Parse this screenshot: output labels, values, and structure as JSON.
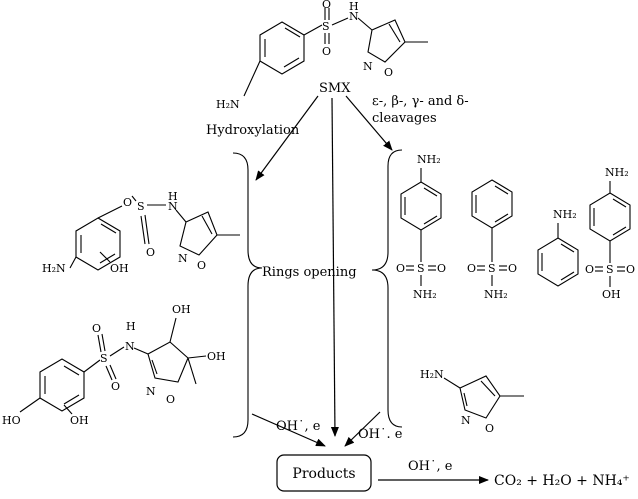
{
  "labels": {
    "smx": "SMX",
    "hydroxylation": "Hydroxylation",
    "cleavages_line1": "ε-, β-, γ- and  δ-",
    "cleavages_line2": "cleavages",
    "rings_opening": "Rings opening",
    "oh_e_left": "OH˙, e",
    "oh_e_right": "OH˙. e",
    "products": "Products",
    "oh_e_final": "OH˙, e",
    "final_products": "CO₂ + H₂O + NH₄⁺"
  },
  "atoms": {
    "smx": {
      "h2n": "H₂N",
      "s": "S",
      "o_top": "O",
      "o_bottom": "O",
      "nh": "N",
      "h": "H",
      "n_ring": "N",
      "o_ring": "O"
    },
    "hyd1": {
      "h2n": "H₂N",
      "oh": "OH",
      "s": "S",
      "o1": "O",
      "o2": "O",
      "nh": "N",
      "h": "H",
      "n_ring": "N",
      "o_ring": "O"
    },
    "hyd2": {
      "ho": "HO",
      "oh": "OH",
      "s": "S",
      "o1": "O",
      "o2": "O",
      "nh": "N",
      "h": "H",
      "oh_top": "OH",
      "oh_right": "OH",
      "n_ring": "N",
      "o_ring": "O"
    },
    "frag1": {
      "nh2_top": "NH₂",
      "s": "S",
      "o1": "O",
      "o2": "O",
      "nh2_bottom": "NH₂"
    },
    "frag2": {
      "s": "S",
      "o1": "O",
      "o2": "O",
      "nh2_bottom": "NH₂"
    },
    "frag3": {
      "nh2": "NH₂"
    },
    "frag4": {
      "nh2_top": "NH₂",
      "s": "S",
      "o1": "O",
      "o2": "O",
      "oh_bottom": "OH"
    },
    "frag5": {
      "h2n": "H₂N",
      "n_ring": "N",
      "o_ring": "O"
    }
  }
}
